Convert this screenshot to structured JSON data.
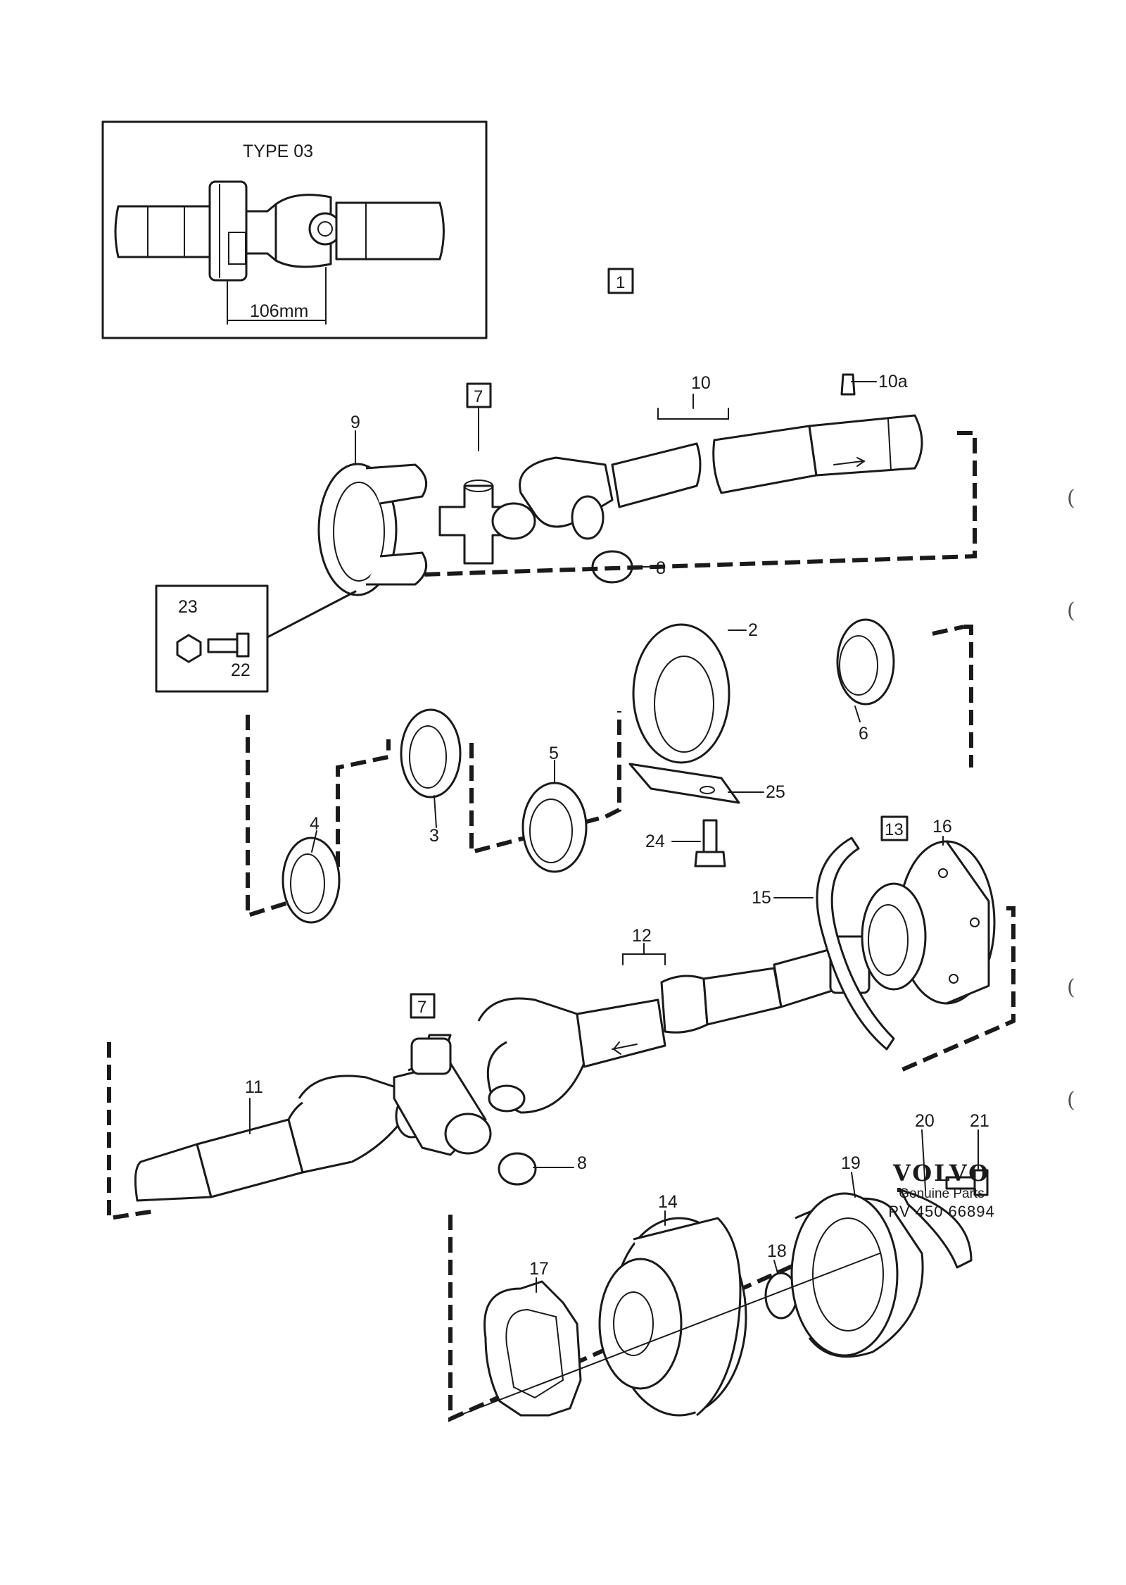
{
  "inset": {
    "title": "TYPE 03",
    "dimension": "106mm"
  },
  "boxed_refs": [
    "1",
    "7",
    "13",
    "7"
  ],
  "callouts": [
    "2",
    "3",
    "4",
    "5",
    "6",
    "8",
    "8",
    "9",
    "10",
    "10a",
    "11",
    "12",
    "14",
    "15",
    "16",
    "17",
    "18",
    "19",
    "20",
    "21",
    "22",
    "23",
    "24",
    "25"
  ],
  "brand": {
    "logo": "VOLVO",
    "tagline": "Genuine Parts",
    "part_number": "PV 450 66894"
  }
}
